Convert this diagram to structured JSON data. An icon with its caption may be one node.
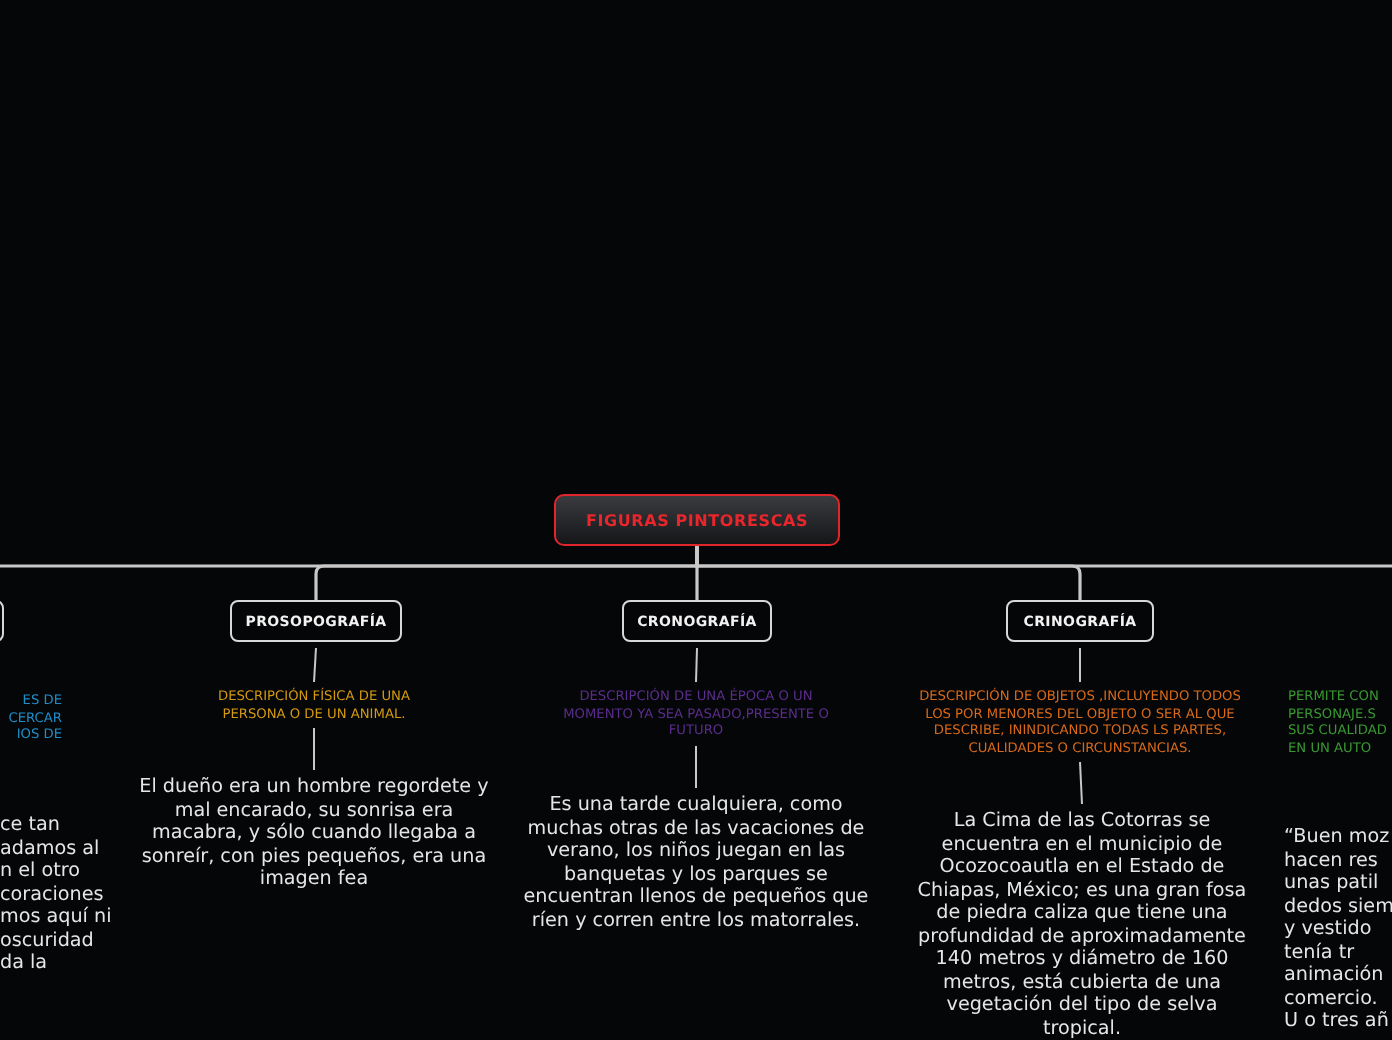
{
  "diagram": {
    "nodes": [
      {
        "text": [
          "FIGURAS PINTORESCAS"
        ]
      },
      {
        "text": [],
        "shape": "box"
      },
      {
        "text": [
          "ES DE CERCAR IOS DE"
        ]
      },
      {
        "text": [
          "ce tan adamos al n el otro coraciones mos aquí ni oscuridad da la"
        ]
      },
      {
        "text": [
          "PROSOPOGRAFÍA"
        ]
      },
      {
        "text": [
          "DESCRIPCIÓN FÍSICA DE UNA PERSONA O DE UN ANIMAL."
        ]
      },
      {
        "text": [
          "El dueño era un hombre regordete y mal encarado, su sonrisa era macabra, y sólo cuando llegaba a sonreír, con pies pequeños, era una imagen fea"
        ]
      },
      {
        "text": [
          "CRONOGRAFÍA"
        ]
      },
      {
        "text": [
          "DESCRIPCIÓN DE UNA ÉPOCA O UN MOMENTO YA SEA PASADO,PRESENTE O FUTURO"
        ]
      },
      {
        "text": [
          "Es una tarde cualquiera, como muchas otras de las vacaciones de verano, los niños juegan en las banquetas y los parques se encuentran llenos de pequeños que ríen y corren entre los matorrales."
        ]
      },
      {
        "text": [
          "CRINOGRAFÍA"
        ]
      },
      {
        "text": [
          "DESCRIPCIÓN DE OBJETOS ,INCLUYENDO TODOS LOS POR MENORES DEL OBJETO O SER AL QUE DESCRIBE, ININDICANDO TODAS LS PARTES, CUALIDADES O CIRCUNSTANCIAS."
        ]
      },
      {
        "text": [
          "La Cima de las Cotorras se encuentra en el municipio de Ocozocoautla en el Estado de Chiapas, México; es una gran fosa de piedra caliza que tiene una profundidad de aproximadamente 140 metros y diámetro de 160 metros, está cubierta de una vegetación  del tipo de selva tropical."
        ]
      },
      {
        "text": [
          "PERMITE CON PERSONAJE.S SUS CUALIDAD EN UN AUTO"
        ]
      },
      {
        "text": [
          "“Buen moz hacen res unas patil dedos siem y vestido tenía tr animación comercio. U o tres añ"
        ]
      }
    ],
    "edges": [
      {
        "from": 0,
        "to": 1,
        "arrow": "none"
      },
      {
        "from": 0,
        "to": 4,
        "arrow": "none"
      },
      {
        "from": 0,
        "to": 7,
        "arrow": "none"
      },
      {
        "from": 0,
        "to": 10,
        "arrow": "none"
      },
      {
        "from": 0,
        "to": null,
        "arrow": "none"
      },
      {
        "from": 4,
        "to": 5,
        "arrow": "none"
      },
      {
        "from": 5,
        "to": 6,
        "arrow": "none"
      },
      {
        "from": 7,
        "to": 8,
        "arrow": "none"
      },
      {
        "from": 8,
        "to": 9,
        "arrow": "none"
      },
      {
        "from": 10,
        "to": 11,
        "arrow": "none"
      },
      {
        "from": 11,
        "to": 12,
        "arrow": "none"
      }
    ]
  }
}
